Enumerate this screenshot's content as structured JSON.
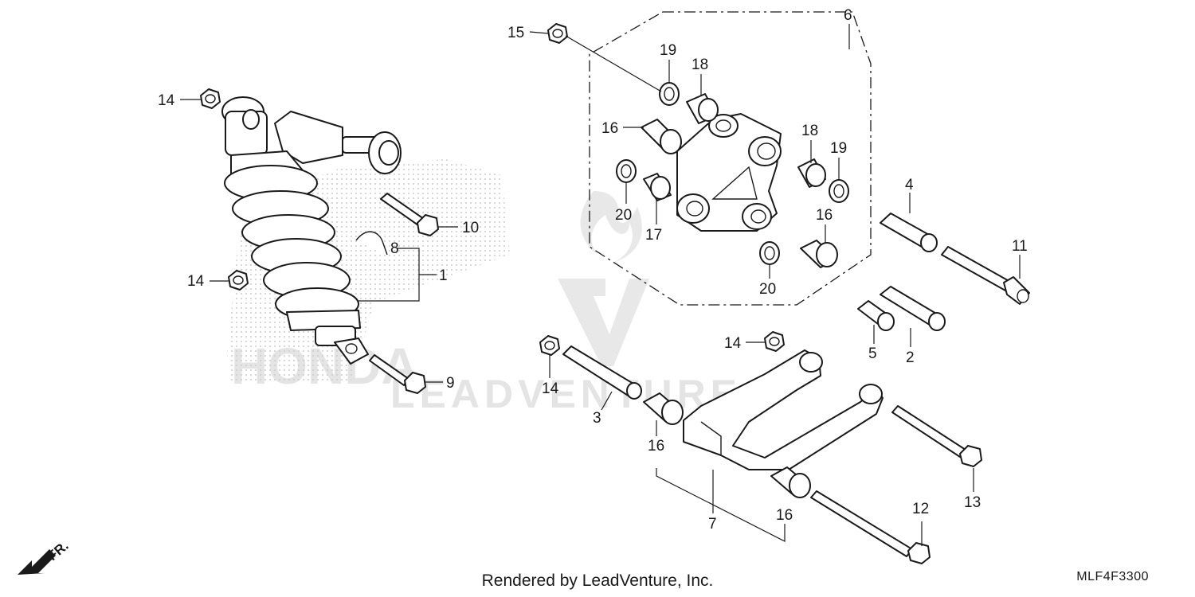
{
  "footer": {
    "rendered_by": "Rendered by LeadVenture, Inc."
  },
  "diagram_code": "MLF4F3300",
  "front_indicator": "FR.",
  "watermark": {
    "brand_text": "LEADVENTURE",
    "oem_text": "HONDA"
  },
  "callouts": {
    "c1": "1",
    "c2": "2",
    "c3": "3",
    "c4": "4",
    "c5": "5",
    "c6": "6",
    "c7": "7",
    "c8": "8",
    "c9": "9",
    "c10": "10",
    "c11": "11",
    "c12": "12",
    "c13": "13",
    "c14a": "14",
    "c14b": "14",
    "c14c": "14",
    "c14d": "14",
    "c15": "15",
    "c16a": "16",
    "c16b": "16",
    "c16c": "16",
    "c16d": "16",
    "c17": "17",
    "c18a": "18",
    "c18b": "18",
    "c19a": "19",
    "c19b": "19",
    "c20a": "20",
    "c20b": "20"
  },
  "colors": {
    "line": "#1a1a1a",
    "watermark": "#cfcfcf",
    "background": "#ffffff"
  }
}
